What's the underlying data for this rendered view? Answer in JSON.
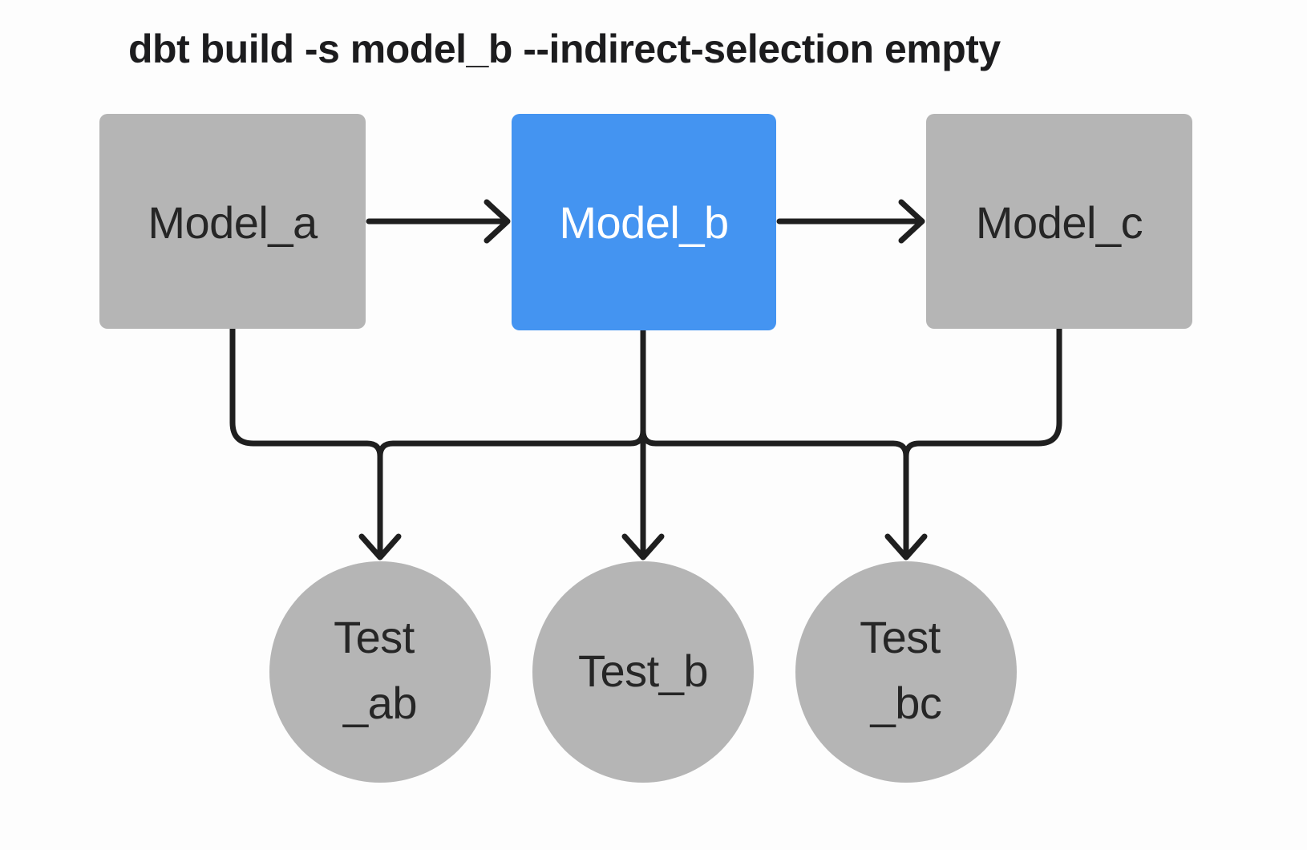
{
  "title": "dbt build -s model_b --indirect-selection empty",
  "colors": {
    "selected": "#4494f1",
    "unselected": "#b5b5b5",
    "line": "#1f1f1f",
    "title_text": "#1c1c1e",
    "node_text_dark": "#262626",
    "node_text_light": "#ffffff"
  },
  "models": [
    {
      "id": "model_a",
      "label": "Model_a",
      "state": "unselected"
    },
    {
      "id": "model_b",
      "label": "Model_b",
      "state": "selected"
    },
    {
      "id": "model_c",
      "label": "Model_c",
      "state": "unselected"
    }
  ],
  "tests": [
    {
      "id": "test_ab",
      "label_line1": "Test",
      "label_line2": "_ab",
      "state": "unselected"
    },
    {
      "id": "test_b",
      "label_line1": "Test_b",
      "label_line2": "",
      "state": "unselected"
    },
    {
      "id": "test_bc",
      "label_line1": "Test",
      "label_line2": "_bc",
      "state": "unselected"
    }
  ],
  "edges": [
    {
      "from": "model_a",
      "to": "model_b"
    },
    {
      "from": "model_b",
      "to": "model_c"
    },
    {
      "from": "model_a",
      "to": "test_ab"
    },
    {
      "from": "model_b",
      "to": "test_ab"
    },
    {
      "from": "model_b",
      "to": "test_b"
    },
    {
      "from": "model_b",
      "to": "test_bc"
    },
    {
      "from": "model_c",
      "to": "test_bc"
    }
  ]
}
